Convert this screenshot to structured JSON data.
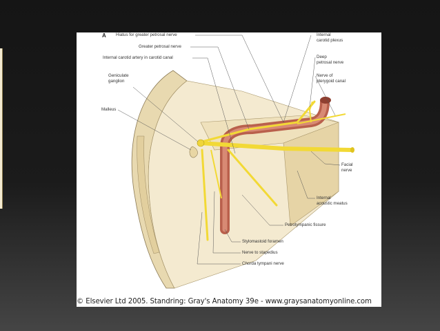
{
  "figure": {
    "letter": "A",
    "labels": {
      "hiatus": "Hiatus for greater petrosal nerve",
      "greater_petrosal": "Greater petrosal nerve",
      "internal_carotid_canal": "Internal carotid artery in carotid canal",
      "geniculate": "Geniculate\nganglion",
      "malleus": "Malleus",
      "internal_carotid_plexus": "Internal\ncarotid plexus",
      "deep_petrosal": "Deep\npetrosal nerve",
      "pterygoid": "Nerve of\npterygoid canal",
      "facial": "Facial\nnerve",
      "acoustic": "Internal\nacoustic meatus",
      "petrotympanic": "Petrotympanic fissure",
      "stylomastoid": "Stylomastoid foramen",
      "stapedius": "Nerve to stapedius",
      "chorda": "Chorda tympani nerve"
    },
    "copyright": "© Elsevier Ltd 2005. Standring: Gray's Anatomy 39e - www.graysanatomyonline.com",
    "colors": {
      "bone": "#efe3c2",
      "bone_dark": "#d9c79b",
      "nerve": "#f4e03a",
      "artery": "#c8705a"
    }
  }
}
